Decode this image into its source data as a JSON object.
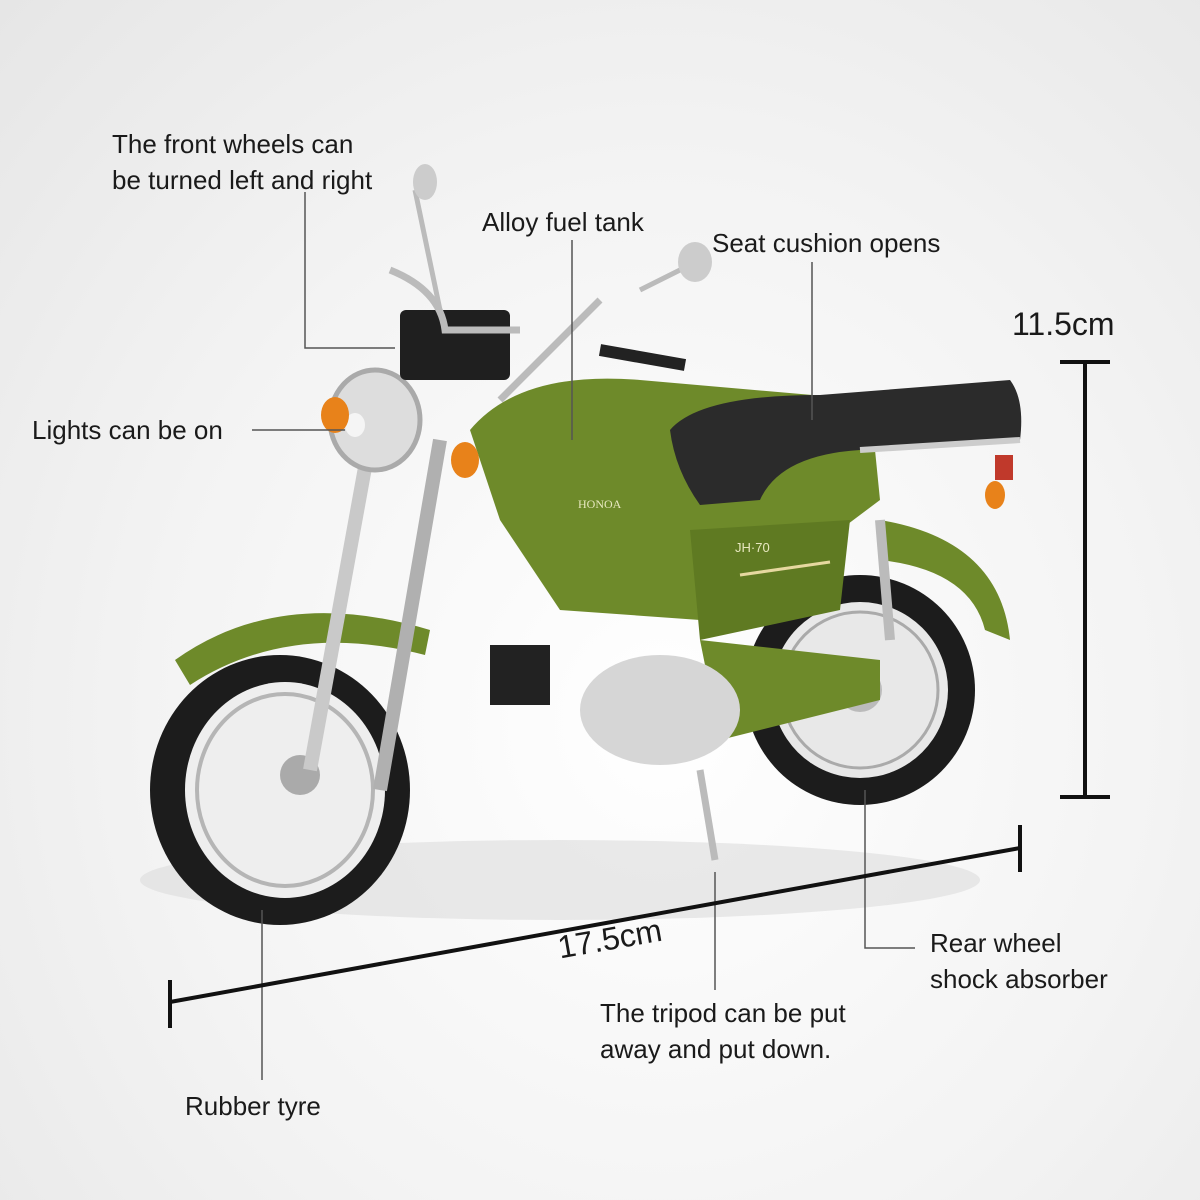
{
  "callouts": {
    "front_wheels": [
      "The front wheels can",
      "be turned left and right"
    ],
    "fuel_tank": "Alloy fuel tank",
    "seat": "Seat cushion opens",
    "lights": "Lights can be on",
    "rear_shock": [
      "Rear wheel",
      "shock absorber"
    ],
    "tripod": [
      "The tripod can be put",
      "away and put down."
    ],
    "tyre": "Rubber tyre"
  },
  "dimensions": {
    "height": "11.5cm",
    "length": "17.5cm"
  },
  "product": {
    "tank_brand": "HONOA",
    "model_badge": "JH·70"
  },
  "colors": {
    "body": "#6e8a2a",
    "seat": "#2b2b2b",
    "chrome": "#c9c9c9",
    "indicator": "#e8821a"
  }
}
